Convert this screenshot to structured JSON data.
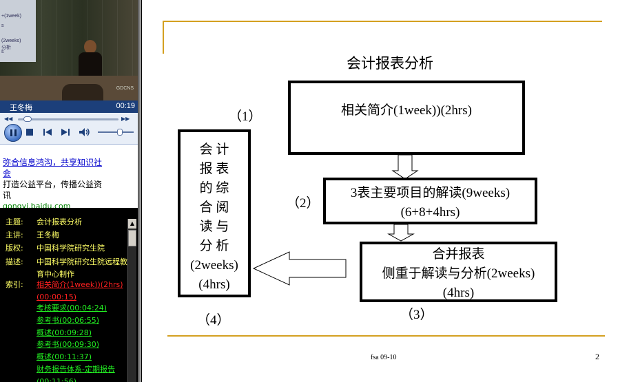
{
  "player": {
    "lecturer_name": "王冬梅",
    "time": "00:19",
    "video_watermark": "GDCNS",
    "board_text": [
      "+(1week)",
      "s",
      "(2weeks)",
      "分析",
      "s"
    ]
  },
  "ad": {
    "link": "弥合信息鸿沟，共享知识社会",
    "desc": "打造公益平台，传播公益资讯",
    "url": "gongyi.baidu.com"
  },
  "meta": {
    "topic_label": "主题:",
    "topic": "会计报表分析",
    "speaker_label": "主讲:",
    "speaker": "王冬梅",
    "copyright_label": "版权:",
    "copyright": "中国科学院研究生院",
    "desc_label": "描述:",
    "desc": "中国科学院研究生院远程教育中心制作",
    "index_label": "索引:",
    "index_items": [
      {
        "label": "相关简介(1week))(2hrs)(00:00:15)",
        "active": true
      },
      {
        "label": "考核要求(00:04:24)",
        "active": false
      },
      {
        "label": "参考书(00:06:55)",
        "active": false
      },
      {
        "label": "概述(00:09:28)",
        "active": false
      },
      {
        "label": "参考书(00:09:30)",
        "active": false
      },
      {
        "label": "概述(00:11:37)",
        "active": false
      },
      {
        "label": "财务报告体系-定期报告(00:11:56)",
        "active": false
      }
    ]
  },
  "slide": {
    "title": "会计报表分析",
    "box1": "相关简介(1week))(2hrs)",
    "box2_line1": "3表主要项目的解读(9weeks)",
    "box2_line2": "(6+8+4hrs)",
    "box3_line1": "合并报表",
    "box3_line2": "侧重于解读与分析(2weeks)",
    "box3_line3": "(4hrs)",
    "box4_lines": [
      "会 计",
      "报 表",
      "的 综",
      "合 阅",
      "读 与",
      "分 析",
      "(2weeks)",
      "(4hrs)"
    ],
    "num1": "（1）",
    "num2": "（2）",
    "num3": "（3）",
    "num4": "（4）",
    "footer": "fsa 09-10",
    "page": "2",
    "accent_color": "#d4a020"
  }
}
